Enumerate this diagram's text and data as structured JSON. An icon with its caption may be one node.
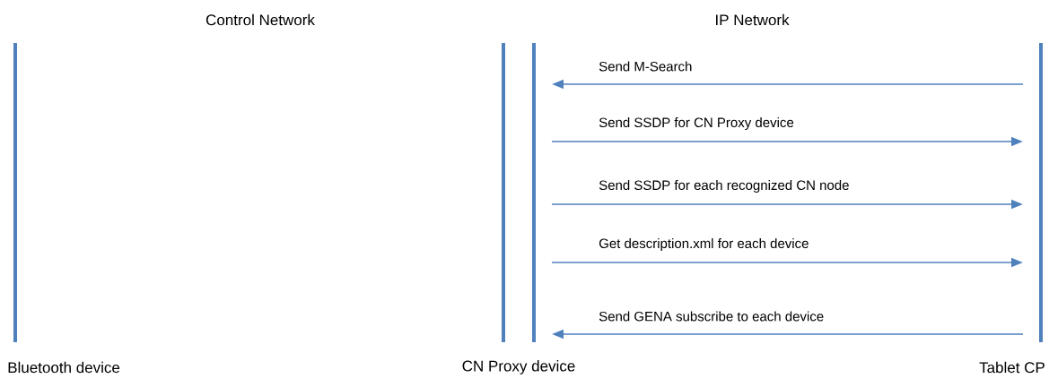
{
  "diagram": {
    "nodes": [
      {
        "text": [],
        "shape": "bar",
        "beside": [
          "Bluetooth device"
        ]
      },
      {
        "text": [],
        "shape": "bar"
      },
      {
        "text": [],
        "shape": "bar",
        "beside": [
          "CN Proxy device"
        ]
      },
      {
        "text": [],
        "shape": "bar",
        "beside": [
          "Tablet CP"
        ]
      }
    ],
    "edges": [
      {
        "from": 3,
        "to": 2,
        "arrow": "to",
        "label": "Send M-Search"
      },
      {
        "from": 2,
        "to": 3,
        "arrow": "to",
        "label": "Send SSDP for CN Proxy device"
      },
      {
        "from": 2,
        "to": 3,
        "arrow": "to",
        "label": "Send SSDP for each recognized CN node"
      },
      {
        "from": 2,
        "to": 3,
        "arrow": "to",
        "label": "Get description.xml for each device"
      },
      {
        "from": 3,
        "to": 2,
        "arrow": "to",
        "label": "Send GENA subscribe to each device"
      }
    ],
    "labels": [
      "Control Network",
      "IP Network"
    ]
  }
}
